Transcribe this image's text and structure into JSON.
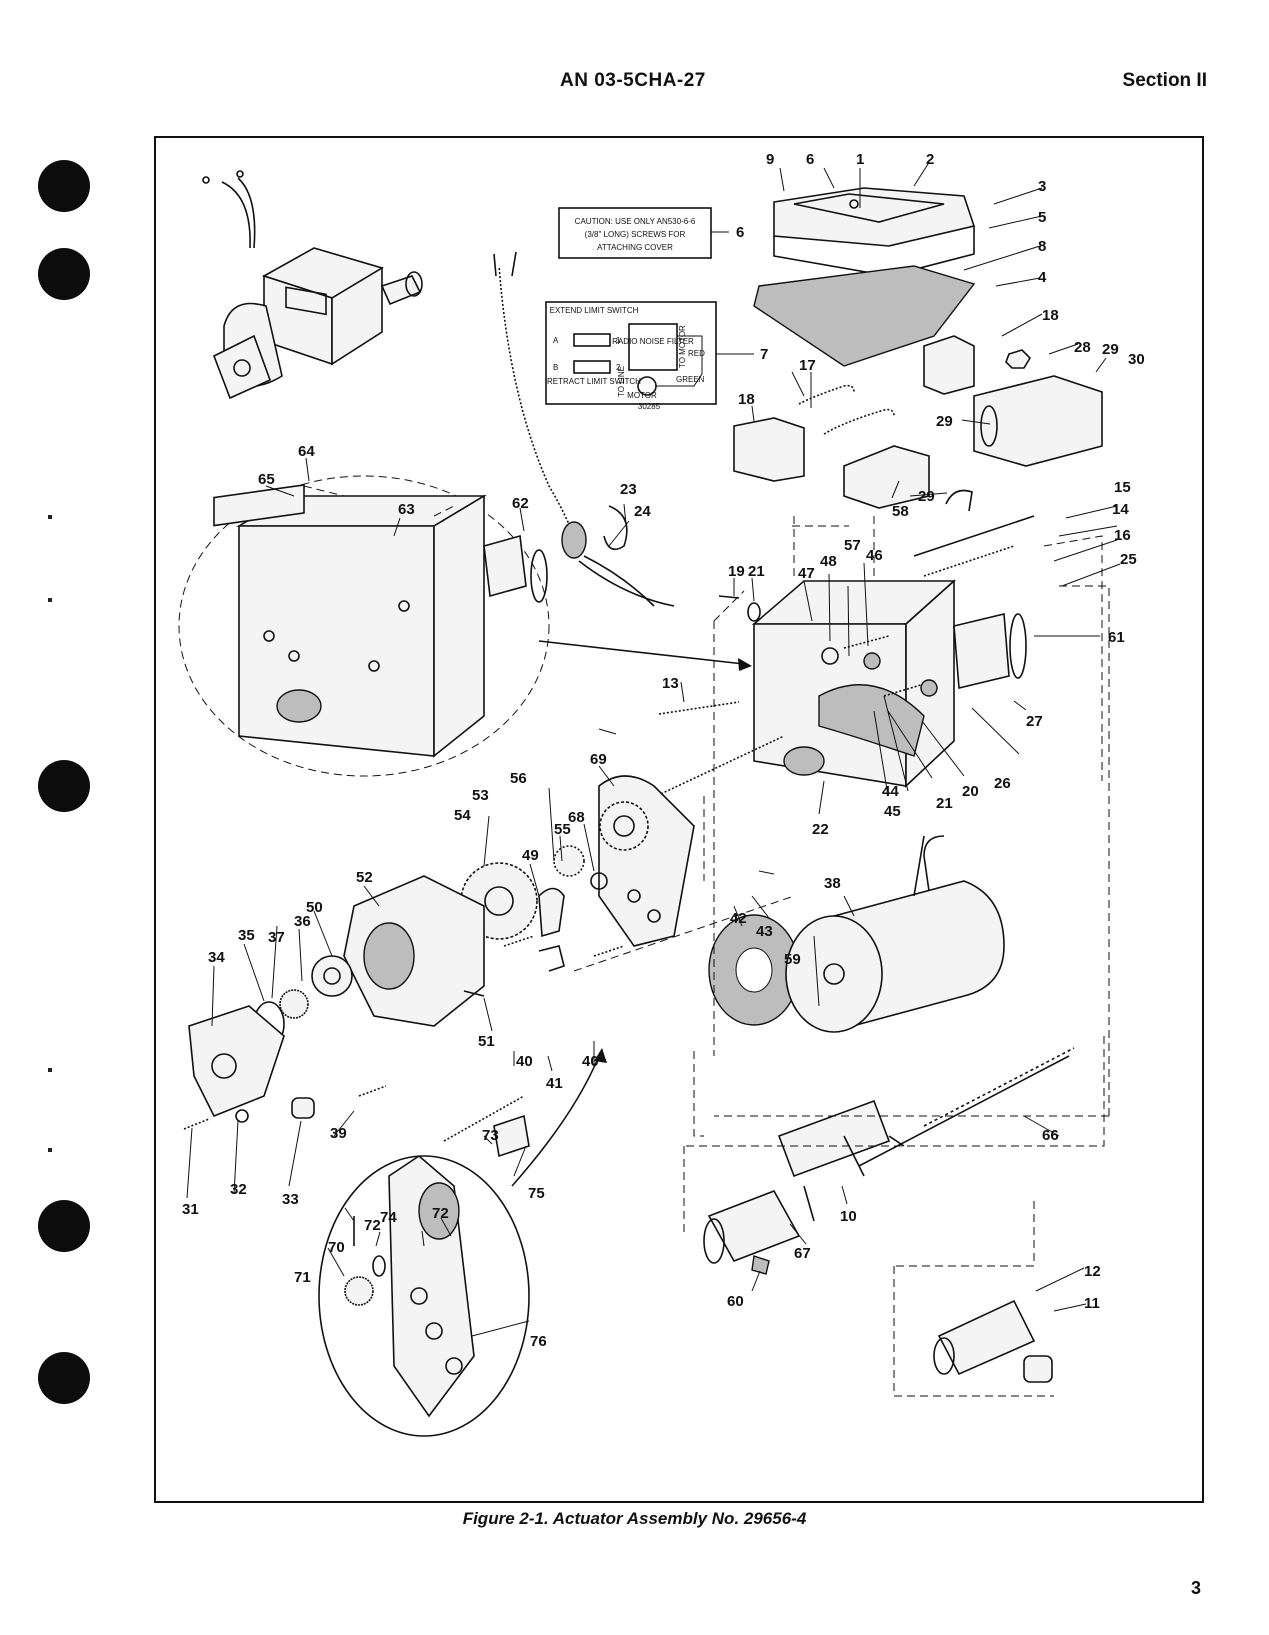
{
  "header": {
    "doc_number": "AN 03-5CHA-27",
    "section": "Section II"
  },
  "caution_box": {
    "lines": [
      "CAUTION: USE ONLY AN530-6-6",
      "(3/8\" LONG) SCREWS FOR",
      "ATTACHING COVER"
    ],
    "callout": "6"
  },
  "schematic_box": {
    "callout": "7",
    "extend_switch": "EXTEND LIMIT SWITCH",
    "retract_switch": "RETRACT LIMIT SWITCH",
    "terminal_a": "A",
    "terminal_b": "B",
    "terminal_1": "1",
    "terminal_2": "2",
    "to_line": "TO LINE",
    "filter": "RADIO NOISE FILTER",
    "to_motor": "TO MOTOR",
    "red": "RED",
    "green": "GREEN",
    "motor": "MOTOR",
    "motor_no": "30285"
  },
  "callouts": [
    "1",
    "2",
    "3",
    "4",
    "5",
    "6",
    "8",
    "9",
    "10",
    "11",
    "12",
    "13",
    "14",
    "15",
    "16",
    "17",
    "18",
    "19",
    "20",
    "21",
    "22",
    "23",
    "24",
    "25",
    "26",
    "27",
    "28",
    "29",
    "30",
    "31",
    "32",
    "33",
    "34",
    "35",
    "36",
    "37",
    "38",
    "39",
    "40",
    "41",
    "42",
    "43",
    "44",
    "45",
    "46",
    "47",
    "48",
    "49",
    "50",
    "51",
    "52",
    "53",
    "54",
    "55",
    "56",
    "57",
    "58",
    "59",
    "60",
    "61",
    "62",
    "63",
    "64",
    "65",
    "66",
    "67",
    "68",
    "69",
    "70",
    "71",
    "72",
    "73",
    "74",
    "75",
    "76"
  ],
  "caption": "Figure 2-1. Actuator Assembly No. 29656-4",
  "page_number": "3"
}
